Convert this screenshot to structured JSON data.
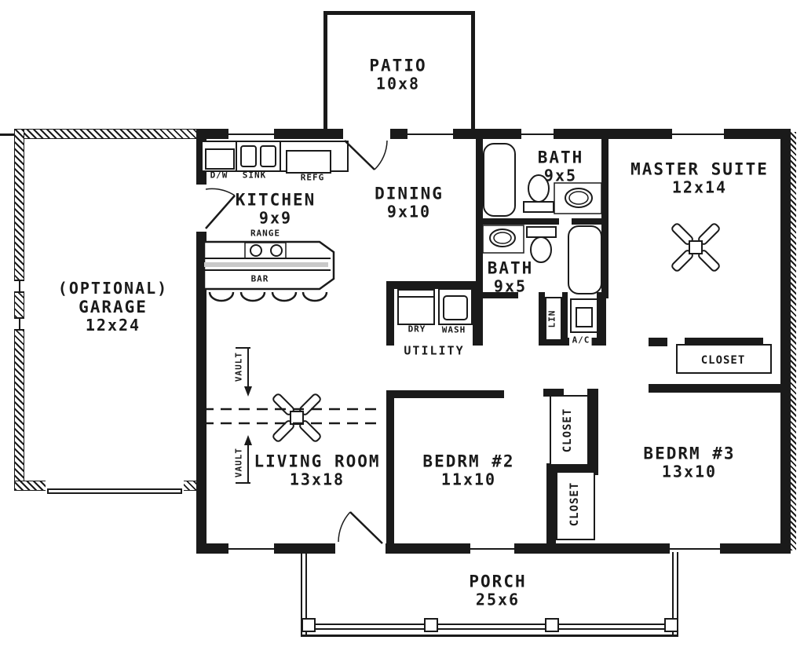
{
  "rooms": {
    "patio": {
      "name": "PATIO",
      "dims": "10x8"
    },
    "garage": {
      "line1": "(OPTIONAL)",
      "line2": "GARAGE",
      "dims": "12x24"
    },
    "kitchen": {
      "name": "KITCHEN",
      "dims": "9x9"
    },
    "dining": {
      "name": "DINING",
      "dims": "9x10"
    },
    "bath1": {
      "name": "BATH",
      "dims": "9x5"
    },
    "bath2": {
      "name": "BATH",
      "dims": "9x5"
    },
    "master": {
      "name": "MASTER SUITE",
      "dims": "12x14"
    },
    "utility": {
      "name": "UTILITY"
    },
    "living": {
      "name": "LIVING ROOM",
      "dims": "13x18"
    },
    "bedroom2": {
      "name": "BEDRM #2",
      "dims": "11x10"
    },
    "bedroom3": {
      "name": "BEDRM #3",
      "dims": "13x10"
    },
    "porch": {
      "name": "PORCH",
      "dims": "25x6"
    }
  },
  "fixtures": {
    "dw": "D/W",
    "sink": "SINK",
    "refg": "REFG",
    "range": "RANGE",
    "bar": "BAR",
    "dry": "DRY",
    "wash": "WASH",
    "lin": "LIN",
    "ac": "A/C",
    "closet_master": "CLOSET",
    "closet_hall_upper": "CLOSET",
    "closet_hall_lower": "CLOSET",
    "vault_upper": "VAULT",
    "vault_lower": "VAULT"
  },
  "colors": {
    "ink": "#1a1a1a",
    "paper": "#ffffff"
  }
}
